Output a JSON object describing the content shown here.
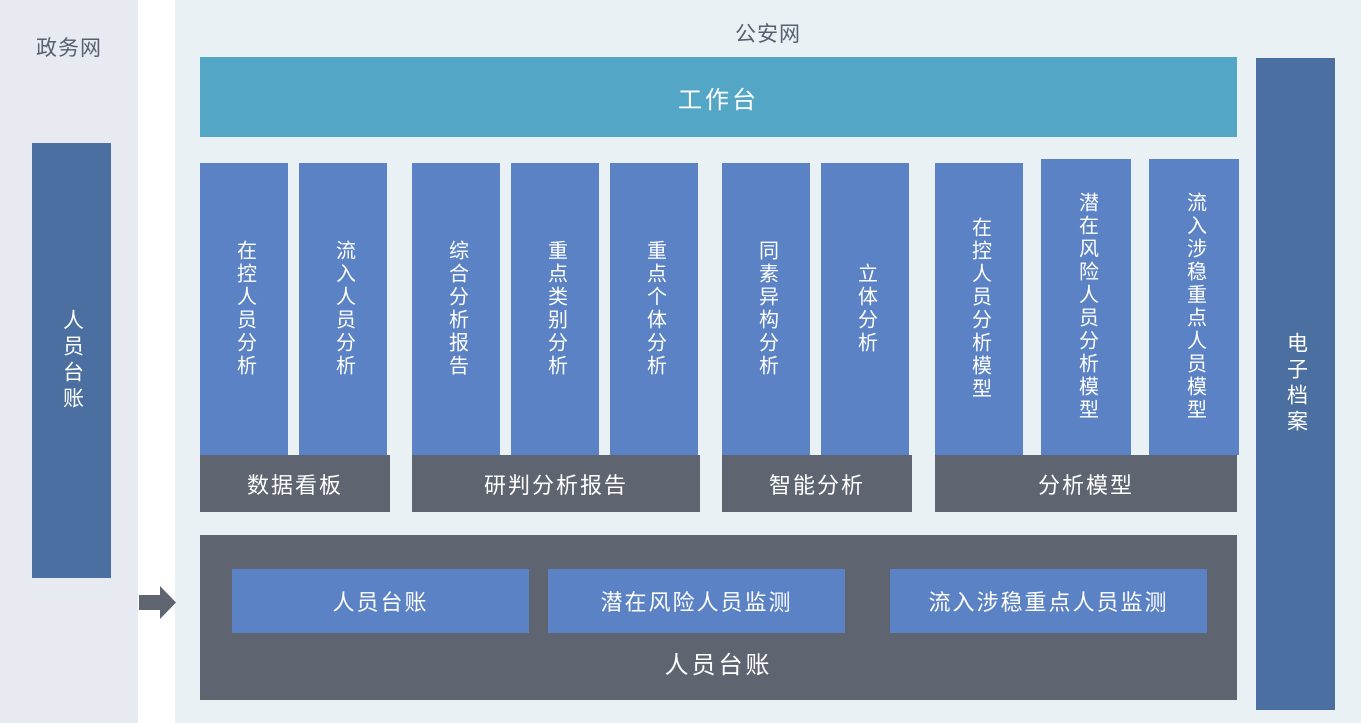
{
  "left_zone": {
    "title": "政务网",
    "ledger_box": {
      "label": "人员台账"
    },
    "arrow_icon": "arrow-right-icon"
  },
  "main_zone": {
    "title": "公安网",
    "workbench": {
      "label": "工作台"
    },
    "groups": [
      {
        "band_label": "数据看板",
        "columns": [
          {
            "label": "在控人员分析"
          },
          {
            "label": "流入人员分析"
          }
        ]
      },
      {
        "band_label": "研判分析报告",
        "columns": [
          {
            "label": "综合分析报告"
          },
          {
            "label": "重点类别分析"
          },
          {
            "label": "重点个体分析"
          }
        ]
      },
      {
        "band_label": "智能分析",
        "columns": [
          {
            "label": "同素异构分析"
          },
          {
            "label": "立体分析"
          }
        ]
      },
      {
        "band_label": "分析模型",
        "columns": [
          {
            "label": "在控人员分析模型"
          },
          {
            "label": "潜在风险人员分析模型"
          },
          {
            "label": "流入涉稳重点人员模型"
          }
        ]
      }
    ],
    "bottom_panel": {
      "footer_label": "人员台账",
      "tiles": [
        {
          "label": "人员台账"
        },
        {
          "label": "潜在风险人员监测"
        },
        {
          "label": "流入涉稳重点人员监测"
        }
      ]
    }
  },
  "right_zone": {
    "archive_box": {
      "label": "电子档案"
    }
  },
  "colors": {
    "teal": "#53a6c6",
    "blue": "#5b82c4",
    "dark_blue": "#4a6fa0",
    "slate": "#5e6470",
    "left_bg": "#e8eaf2",
    "main_bg": "#e9f1f5",
    "title_text": "#56606e"
  }
}
